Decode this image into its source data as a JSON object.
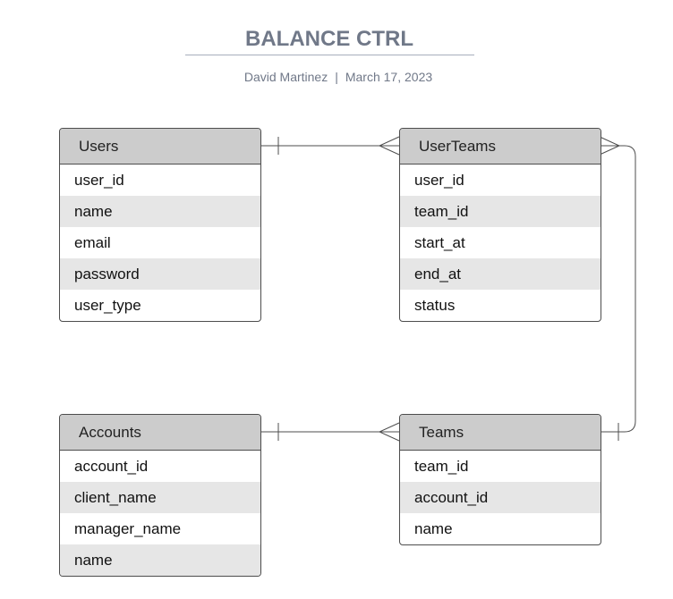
{
  "header": {
    "title": "BALANCE CTRL",
    "author": "David Martinez",
    "separator": "|",
    "date": "March 17, 2023"
  },
  "entities": {
    "users": {
      "name": "Users",
      "fields": [
        "user_id",
        "name",
        "email",
        "password",
        "user_type"
      ]
    },
    "user_teams": {
      "name": "UserTeams",
      "fields": [
        "user_id",
        "team_id",
        "start_at",
        "end_at",
        "status"
      ]
    },
    "accounts": {
      "name": "Accounts",
      "fields": [
        "account_id",
        "client_name",
        "manager_name",
        "name"
      ]
    },
    "teams": {
      "name": "Teams",
      "fields": [
        "team_id",
        "account_id",
        "name"
      ]
    }
  },
  "relationships": [
    {
      "from": "Users",
      "from_cardinality": "one",
      "to": "UserTeams",
      "to_cardinality": "many"
    },
    {
      "from": "Teams",
      "from_cardinality": "one",
      "to": "UserTeams",
      "to_cardinality": "many"
    },
    {
      "from": "Accounts",
      "from_cardinality": "one",
      "to": "Teams",
      "to_cardinality": "many"
    }
  ],
  "colors": {
    "header_fill": "#cccccc",
    "alt_row_fill": "#e6e6e6",
    "border": "#4d4d4d",
    "title": "#707888"
  }
}
